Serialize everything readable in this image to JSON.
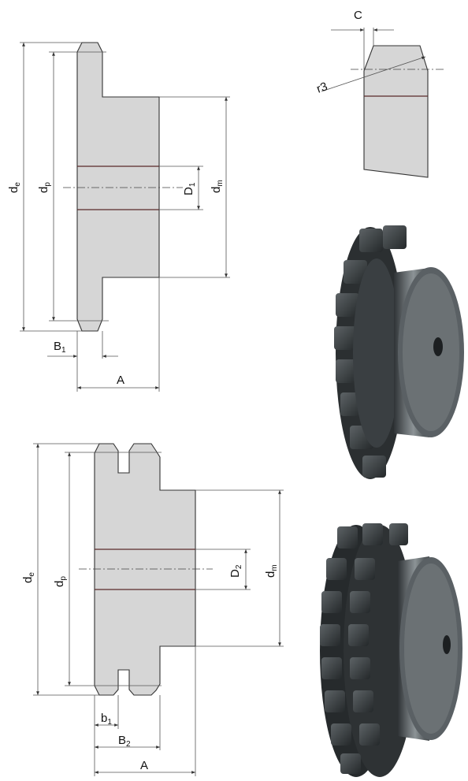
{
  "single_drawing": {
    "label_de": "d",
    "label_de_sub": "e",
    "label_dp": "d",
    "label_dp_sub": "p",
    "label_D1": "D",
    "label_D1_sub": "1",
    "label_dm": "d",
    "label_dm_sub": "m",
    "label_B1": "B",
    "label_B1_sub": "1",
    "label_A": "A"
  },
  "tooth_detail": {
    "label_C": "C",
    "label_r3": "r3"
  },
  "double_drawing": {
    "label_de": "d",
    "label_de_sub": "e",
    "label_dp": "d",
    "label_dp_sub": "p",
    "label_D2": "D",
    "label_D2_sub": "2",
    "label_dm": "d",
    "label_dm_sub": "m",
    "label_b1": "b",
    "label_b1_sub": "1",
    "label_B2": "B",
    "label_B2_sub": "2",
    "label_A": "A"
  },
  "colors": {
    "part_fill": "#d6d6d6",
    "bore_line": "#5a2b2b",
    "render_metal": "#4a4f52"
  },
  "images": [
    {
      "name": "single-sprocket-3d-render"
    },
    {
      "name": "double-sprocket-3d-render"
    }
  ]
}
